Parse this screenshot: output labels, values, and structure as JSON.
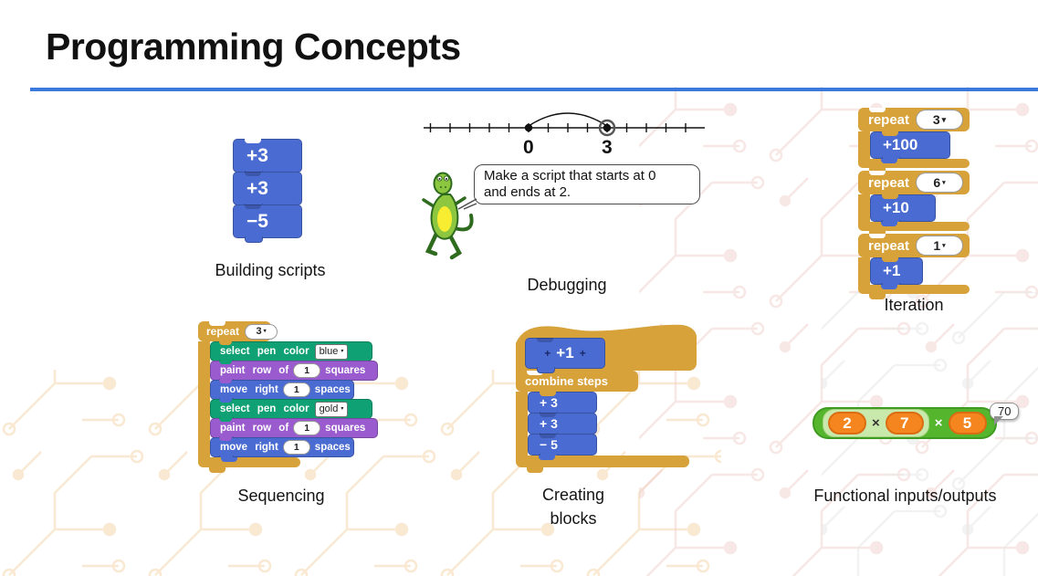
{
  "title": "Programming Concepts",
  "ui": {
    "dropdown_arrow": "▾"
  },
  "colors": {
    "title_rule": "#3b79dc",
    "block_blue": "#4a6bd1",
    "block_orange": "#d8a23b",
    "block_green": "#0fa173",
    "block_purple": "#9a5bce",
    "operator_green": "#55b62e",
    "operand_orange": "#f5861f"
  },
  "building": {
    "caption": "Building scripts",
    "blocks": [
      "+3",
      "+3",
      "−5"
    ]
  },
  "debugging": {
    "caption": "Debugging",
    "numberline": {
      "labels": [
        "0",
        "3"
      ]
    },
    "speech": {
      "line1": "Make a script that starts at 0",
      "line2": "and ends at 2."
    }
  },
  "iteration": {
    "caption": "Iteration",
    "repeat_word": "repeat",
    "loops": [
      {
        "count": "3",
        "body": "+100"
      },
      {
        "count": "6",
        "body": "+10"
      },
      {
        "count": "1",
        "body": "+1"
      }
    ]
  },
  "sequencing": {
    "caption": "Sequencing",
    "repeat_word": "repeat",
    "repeat_count": "3",
    "steps": [
      {
        "text": "select pen color",
        "dropdown": "blue"
      },
      {
        "text": "paint row of",
        "oval": "1",
        "suffix": "squares"
      },
      {
        "text": "move right",
        "oval": "1",
        "suffix": "spaces"
      },
      {
        "text": "select pen color",
        "dropdown": "gold"
      },
      {
        "text": "paint row of",
        "oval": "1",
        "suffix": "squares"
      },
      {
        "text": "move right",
        "oval": "1",
        "suffix": "spaces"
      }
    ]
  },
  "creating": {
    "caption_line1": "Creating",
    "caption_line2": "blocks",
    "hat": {
      "left_plus": "+",
      "label": "+1",
      "right_plus": "+"
    },
    "header": "combine steps",
    "blocks": [
      "+ 3",
      "+ 3",
      "− 5"
    ]
  },
  "functional": {
    "caption": "Functional inputs/outputs",
    "operands": [
      "2",
      "7",
      "5"
    ],
    "times": "×",
    "result": "70"
  }
}
